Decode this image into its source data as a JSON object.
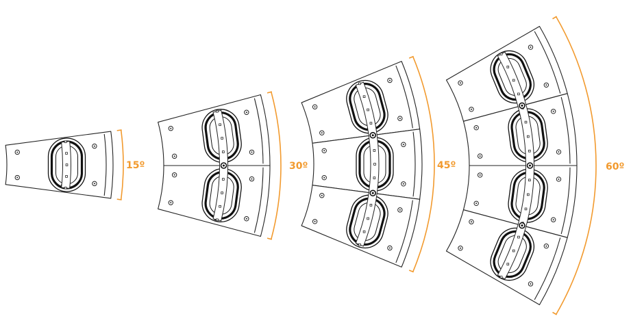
{
  "accent_color": "#f29a2e",
  "configurations": [
    {
      "id": "array-15",
      "angle_label": "15º",
      "cabinets": 1,
      "spread_deg": 15
    },
    {
      "id": "array-30",
      "angle_label": "30º",
      "cabinets": 2,
      "spread_deg": 30
    },
    {
      "id": "array-45",
      "angle_label": "45º",
      "cabinets": 3,
      "spread_deg": 45
    },
    {
      "id": "array-60",
      "angle_label": "60º",
      "cabinets": 4,
      "spread_deg": 60
    }
  ]
}
